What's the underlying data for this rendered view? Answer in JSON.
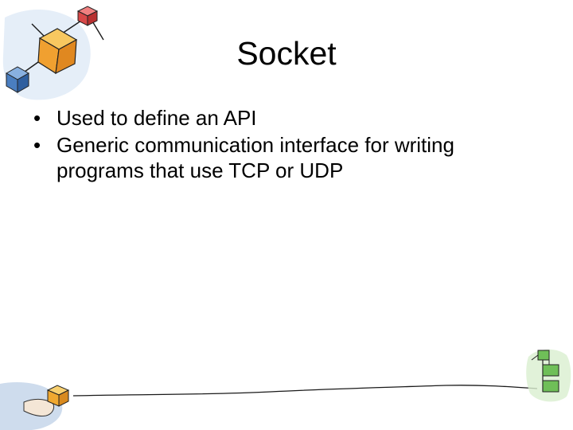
{
  "slide": {
    "title": "Socket",
    "bullets": [
      "Used to define an API",
      "Generic communication interface for writing programs that use TCP or UDP"
    ]
  },
  "decorations": {
    "top_left": "network-cubes-clipart",
    "bottom_left": "hand-holding-cube-clipart",
    "bottom_right": "green-stacked-boxes-clipart",
    "bottom_line": "hand-drawn-line"
  },
  "colors": {
    "cube_red": "#d84848",
    "cube_orange": "#f0a030",
    "cube_blue": "#4a7ec0",
    "boxes_green": "#6fbf58",
    "text": "#000000"
  }
}
